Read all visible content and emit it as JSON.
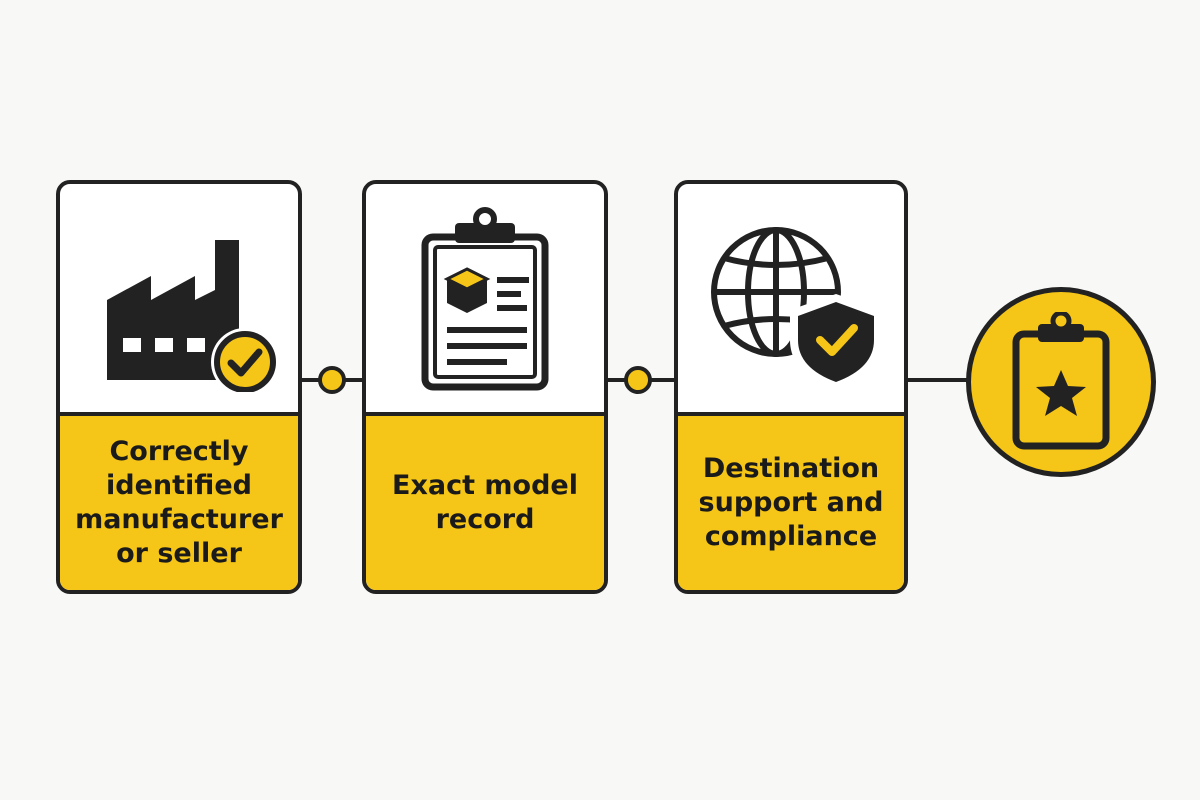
{
  "colors": {
    "accent": "#f5c518",
    "ink": "#222222",
    "background": "#f8f8f6",
    "card": "#ffffff"
  },
  "steps": [
    {
      "label_lines": [
        "Correctly",
        "identified",
        "manufacturer",
        "or seller"
      ],
      "icon": "factory-check-icon"
    },
    {
      "label_lines": [
        "Exact model",
        "record"
      ],
      "icon": "clipboard-box-icon"
    },
    {
      "label_lines": [
        "Destination",
        "support and",
        "compliance"
      ],
      "icon": "globe-shield-icon"
    }
  ],
  "final": {
    "icon": "clipboard-star-icon"
  }
}
